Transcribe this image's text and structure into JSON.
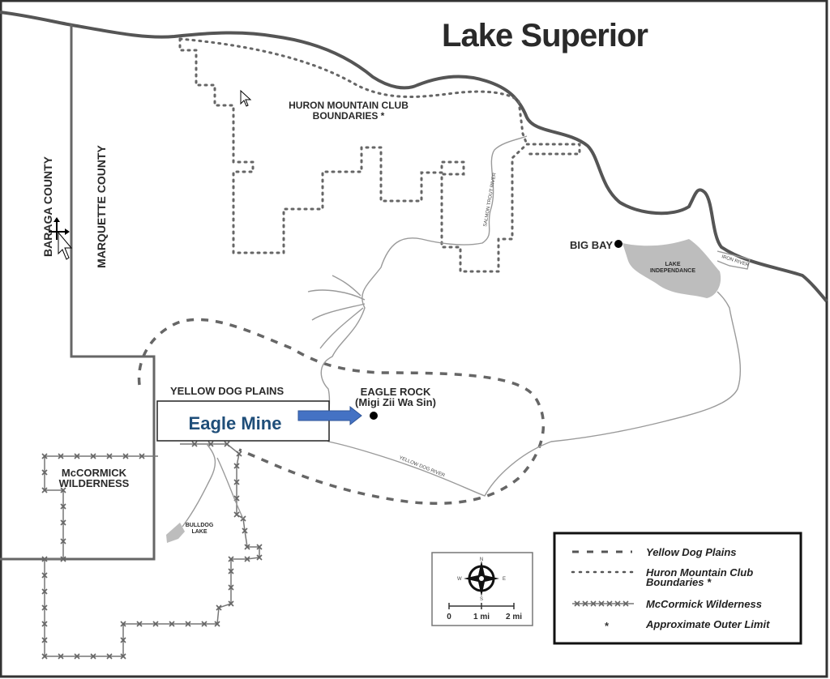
{
  "map": {
    "title": "Lake Superior",
    "labels": {
      "huron_1": "HURON MOUNTAIN CLUB",
      "huron_2": "BOUNDARIES *",
      "baraga": "BARAGA COUNTY",
      "marquette": "MARQUETTE COUNTY",
      "big_bay": "BIG BAY",
      "lake_ind_1": "LAKE",
      "lake_ind_2": "INDEPENDANCE",
      "iron_river": "IRON RIVER",
      "salmon_trout": "SALMON TROUT RIVER",
      "yellow_dog_plains": "YELLOW DOG PLAINS",
      "eagle_rock_1": "EAGLE ROCK",
      "eagle_rock_2": "(Migi Zii Wa Sin)",
      "yellow_dog_river": "YELLOW DOG RIVER",
      "mccormick_1": "McCORMICK",
      "mccormick_2": "WILDERNESS",
      "bulldog_1": "BULLDOG",
      "bulldog_2": "LAKE"
    },
    "callout": {
      "text": "Eagle Mine",
      "color": "#1f4e79",
      "arrow_color": "#4472c4"
    },
    "compass": {
      "n": "N",
      "s": "S",
      "e": "E",
      "w": "W"
    },
    "scale": {
      "ticks": [
        "0",
        "1 mi",
        "2 mi"
      ]
    },
    "legend": [
      {
        "label": "Yellow Dog Plains",
        "style": "dashed"
      },
      {
        "label": "Huron Mountain Club",
        "label2": "Boundaries *",
        "style": "dotted"
      },
      {
        "label": "McCormick Wilderness",
        "style": "crossed"
      },
      {
        "label": "Approximate Outer Limit",
        "style": "asterisk"
      }
    ]
  }
}
